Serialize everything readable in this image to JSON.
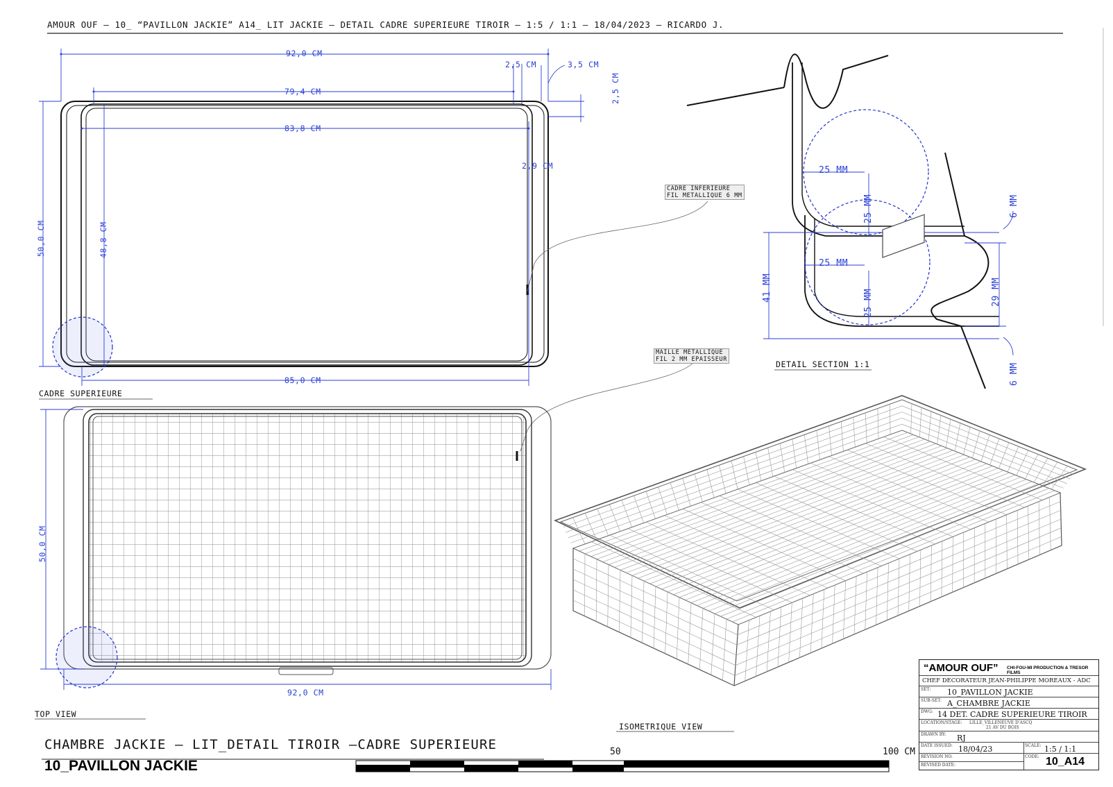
{
  "header": "AMOUR OUF  –  10_ “PAVILLON JACKIE”  A14_ LIT JACKIE – DETAIL CADRE SUPERIEURE TIROIR –  1:5 / 1:1 –   18/04/2023  –  RICARDO J.",
  "dims": {
    "d_92_top": "92,0 CM",
    "d_79": "79,4 CM",
    "d_83": "83,8 CM",
    "d_85": "85,0 CM",
    "d_2_5a": "2,5 CM",
    "d_3_5": "3,5 CM",
    "d_2_5b": "2,5 CM",
    "d_2_9": "2,9 CM",
    "d_50a": "50,0 CM",
    "d_48": "48,8 CM",
    "d_50b": "50,0 CM",
    "d_92_bot": "92,0 CM"
  },
  "section": {
    "r1": "25 MM",
    "r2": "25 MM",
    "v1": "25 MM",
    "v2": "25 MM",
    "h41": "41 MM",
    "h29": "29 MM",
    "h6a": "6 MM",
    "h6b": "6 MM"
  },
  "notes": {
    "cadre_inf_1": "CADRE INFERIEURE",
    "cadre_inf_2": "FIL METALLIQUE 6 MM",
    "maille_1": "MAILLE METALLIQUE",
    "maille_2": "FIL 2 MM EPAISSEUR"
  },
  "views": {
    "cadre_sup": "CADRE SUPERIEURE",
    "top_view": "TOP VIEW",
    "iso_view": "ISOMETRIQUE VIEW",
    "detail_section": "DETAIL SECTION 1:1"
  },
  "footer": {
    "title": "CHAMBRE JACKIE – LIT_DETAIL TIROIR –CADRE SUPERIEURE",
    "set": "10_PAVILLON JACKIE",
    "scale_50": "50",
    "scale_100": "100 CM"
  },
  "titleblock": {
    "brand": "“AMOUR OUF”",
    "production": "CHI-FOU-MI PRODUCTION & TRESOR FILMS",
    "chef": "CHEF DECORATEUR JEAN-PHILIPPE MOREAUX - ADC",
    "set_lbl": "SET:",
    "set_val": "10_PAVILLON JACKIE",
    "subset_lbl": "SUB-SET:",
    "subset_val": "A_CHAMBRE JACKIE",
    "dwg_lbl": "DWG:",
    "dwg_val": "14 DET. CADRE SUPERIEURE TIROIR",
    "loc_lbl": "LOCATION/STAGE:",
    "loc_val1": "LILLE_VILLENEUVE D'ASCQ",
    "loc_val2": "21 AV DU BOIS",
    "drawn_lbl": "DRAWN BY:",
    "drawn_val": "RJ",
    "date_lbl": "DATE ISSUED:",
    "date_val": "18/04/23",
    "scale_lbl": "SCALE:",
    "scale_val": "1:5 / 1:1",
    "rev_lbl": "REVISION NO.",
    "code_lbl": "CODE:",
    "code_val": "10_A14",
    "revdate_lbl": "REVISED DATE:"
  }
}
